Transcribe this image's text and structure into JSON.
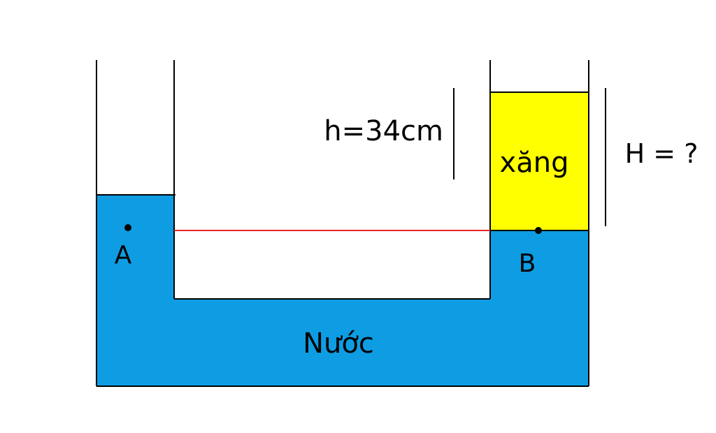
{
  "labels": {
    "point_a": "A",
    "point_b": "B",
    "water": "Nước",
    "gasoline": "xăng",
    "h_given": "h=34cm",
    "h_unknown": "H = ?"
  },
  "colors": {
    "water": "#0E9DE3",
    "gasoline": "#FFFF00",
    "level_line": "#E8262B",
    "outline": "#000000",
    "background": "#FFFFFF"
  }
}
